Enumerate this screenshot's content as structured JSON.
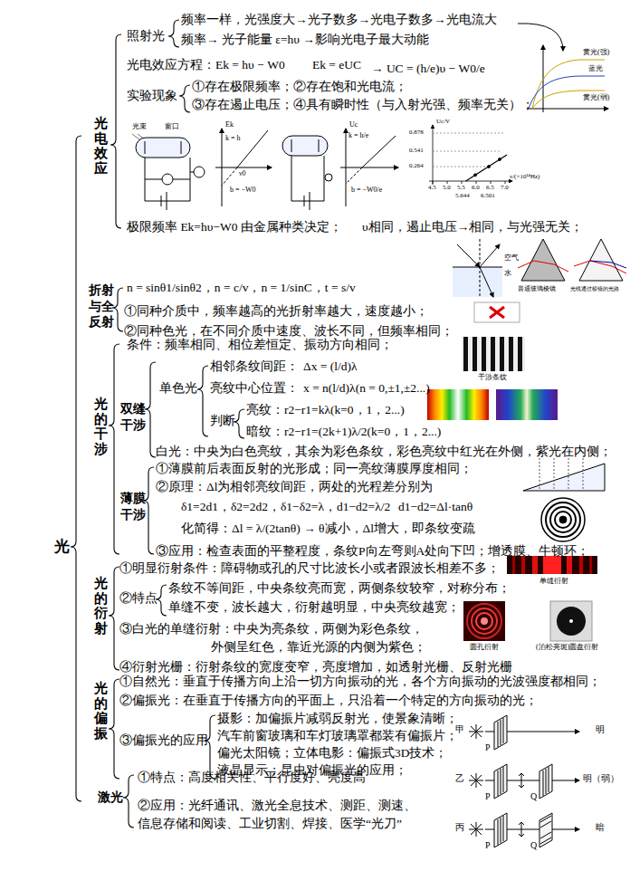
{
  "diagram": {
    "labels": [
      "光电效应",
      "照射光",
      "频率一样，光强度大→光子数多→光电子数多→光电流大",
      "频率→ 光子能量 ε=hυ →影响光电子最大动能",
      "光电效应方程：Ek = hυ − W0",
      "Ek = eUC",
      "→ UC = (h/e)υ − W0/e",
      "实验现象",
      "①存在极限频率；②存在饱和光电流；",
      "③存在遏止电压；④具有瞬时性（与入射光强、频率无关）；",
      "黄光(强)",
      "蓝光",
      "黄光(弱)",
      "光束",
      "窗口",
      "k = h",
      "Ek",
      "ν0",
      "b = −W0",
      "Uc",
      "k = h/e",
      "b = −W0/e",
      "Uc/V",
      "0.878",
      "0.541",
      "0.264",
      "4.5",
      "5.0",
      "5.5",
      "6.0",
      "6.5",
      "7.0",
      "ν/(×10¹⁴Hz)",
      "5.644",
      "6.501",
      "极限频率 Ek=hυ−W0 由金属种类决定；",
      "υ相同，遏止电压→相同，与光强无关；",
      "折射与全反射",
      "n = sinθ1/sinθ2，n = c/v，n = 1/sinC，t = s/v",
      "①同种介质中，频率越高的光折射率越大，速度越小；",
      "②同种色光，在不同介质中速度、波长不同，但频率相同；",
      "空气",
      "水",
      "普通玻璃棱镜",
      "光线通过棱镜的光路",
      "光的干涉",
      "双缝干涉",
      "条件：频率相同、相位差恒定、振动方向相同；",
      "单色光",
      "相邻条纹间距：",
      "Δx = (l/d)λ",
      "亮纹中心位置：",
      "x = n(l/d)λ(n = 0,±1,±2...)",
      "判断",
      "亮纹：r2−r1=kλ(k=0，1，2...)",
      "暗纹：r2−r1=(2k+1)λ/2(k=0，1，2...)",
      "干涉条纹",
      "白光：中央为白色亮纹，其余为彩色条纹，彩色亮纹中红光在外侧，紫光在内侧；",
      "薄膜干涉",
      "①薄膜前后表面反射的光形成；同一亮纹薄膜厚度相同；",
      "②原理：Δl为相邻亮纹间距，两处的光程差分别为",
      "δ1=2d1，δ2=2d2，δ1−δ2=λ，d1−d2=λ/2",
      "d1−d2=Δl·tanθ",
      "化简得：Δl = λ/(2tanθ) → θ减小，Δl增大，即条纹变疏",
      "③应用：检查表面的平整程度，条纹P向左弯则A处向下凹；增透膜、牛顿环；",
      "光",
      "光的衍射",
      "①明显衍射条件：障碍物或孔的尺寸比波长小或者跟波长相差不多；",
      "②特点",
      "条纹不等间距，中央条纹亮而宽，两侧条纹较窄，对称分布；",
      "单缝不变，波长越大，衍射越明显，中央亮纹越宽；",
      "③白光的单缝衍射：中央为亮条纹，两侧为彩色条纹，",
      "外侧呈红色，靠近光源的内侧为紫色；",
      "④衍射光栅：衍射条纹的宽度变窄，亮度增加，如透射光栅、反射光栅",
      "单缝衍射",
      "圆孔衍射",
      "(泊松亮斑)圆盘衍射",
      "光的偏振",
      "①自然光：垂直于传播方向上沿一切方向振动的光，各个方向振动的光波强度都相同；",
      "②偏振光：在垂直于传播方向的平面上，只沿着一个特定的方向振动的光；",
      "③偏振光的应用",
      "摄影：加偏振片减弱反射光，使景象清晰；",
      "汽车前窗玻璃和车灯玻璃罩都装有偏振片；",
      "偏光太阳镜；立体电影：偏振式3D技术；",
      "液晶显示；昆虫对偏振光的应用；",
      "甲",
      "P",
      "明",
      "乙",
      "P",
      "Q",
      "明（弱）",
      "丙",
      "P",
      "Q",
      "暗",
      "激光",
      "①特点：高度相关性、平行度好、亮度高",
      "②应用：光纤通讯、激光全息技术、测距、测速、",
      "信息存储和阅读、工业切割、焊接、医学“光刀”"
    ]
  }
}
